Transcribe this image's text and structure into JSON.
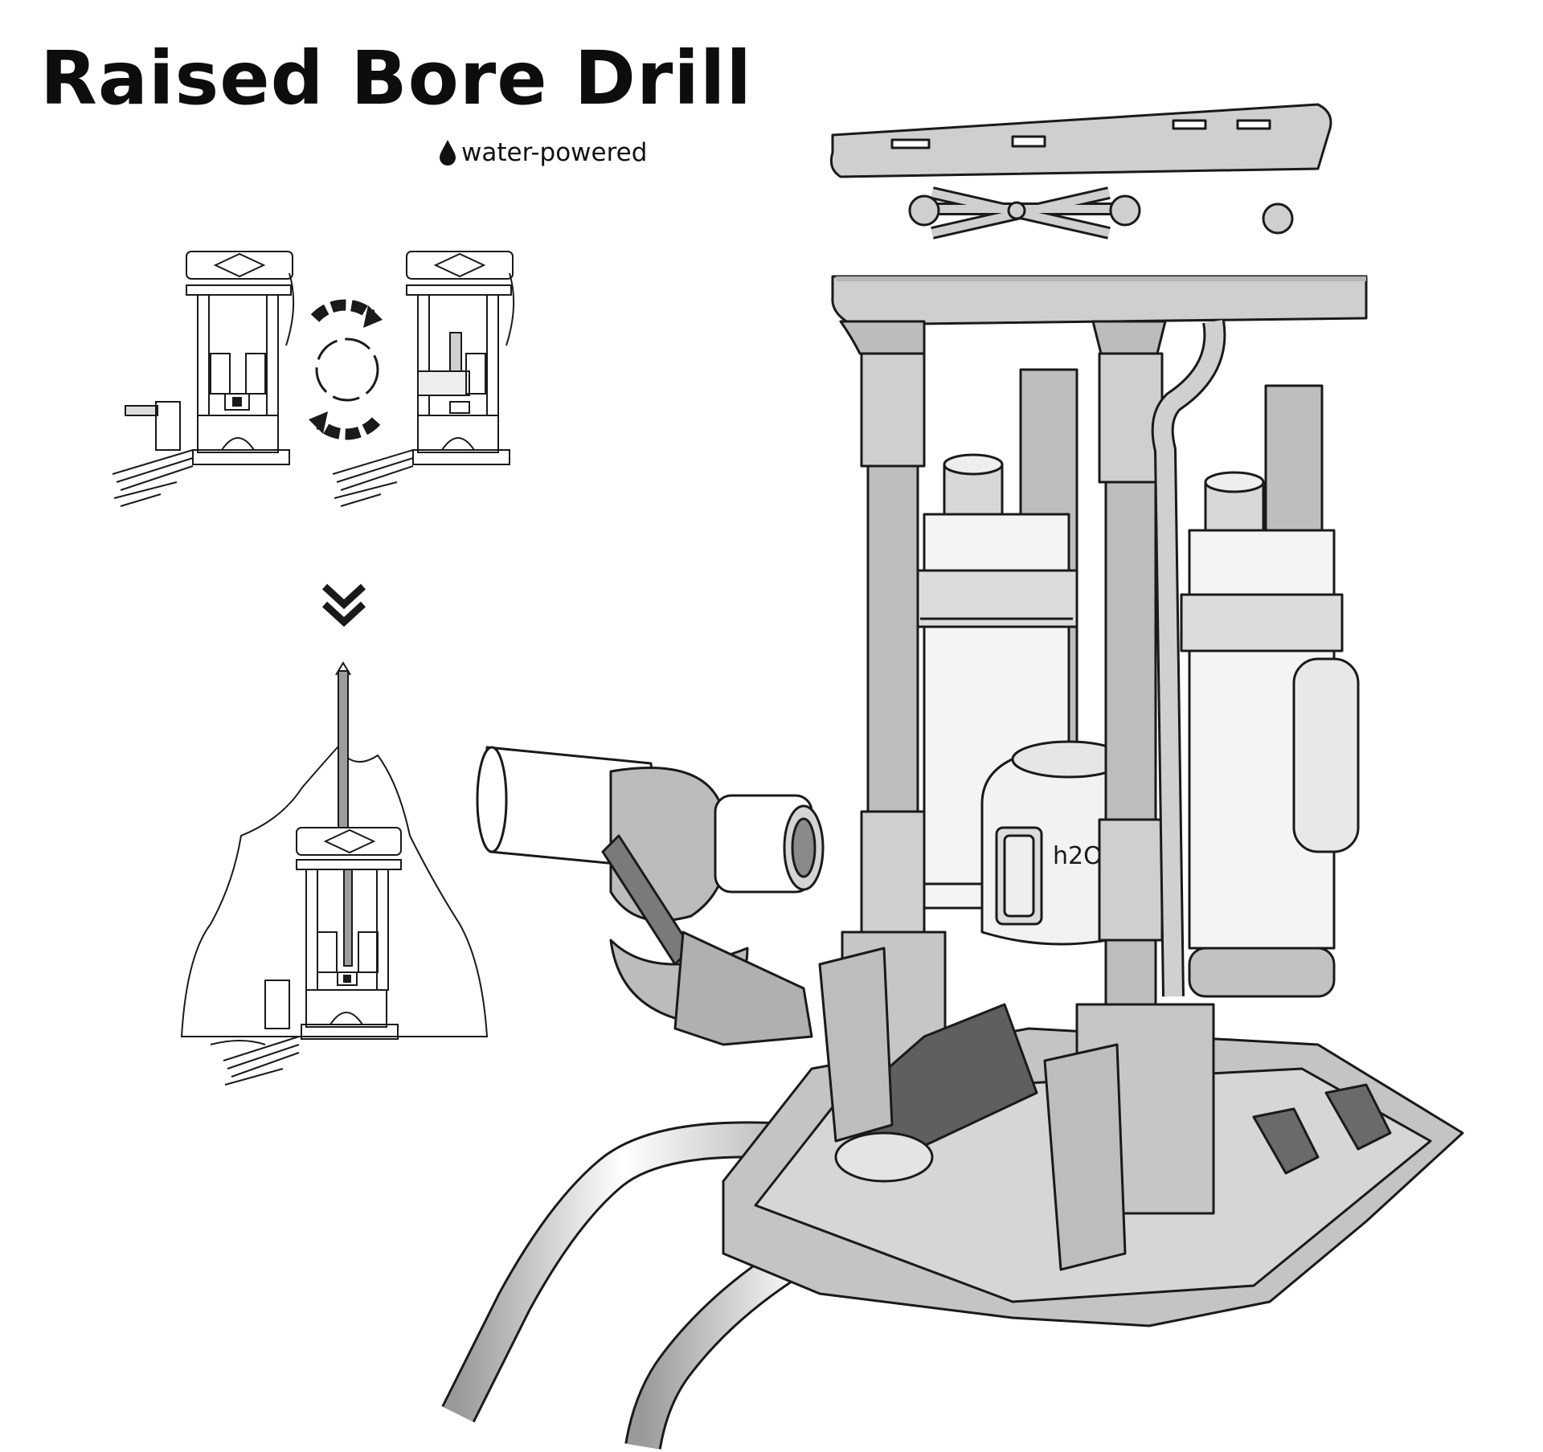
{
  "title": "Raised Bore Drill",
  "subtitle": "water-powered",
  "subtitle_icon": "water-drop-icon",
  "machine_label": "h2O",
  "colors": {
    "ink": "#1a1a1a",
    "metal_light": "#e4e4e4",
    "metal_mid": "#bfbfbf",
    "metal_dark": "#8e8e8e",
    "hose_dark": "#6a6a6a",
    "paper": "#ffffff"
  }
}
